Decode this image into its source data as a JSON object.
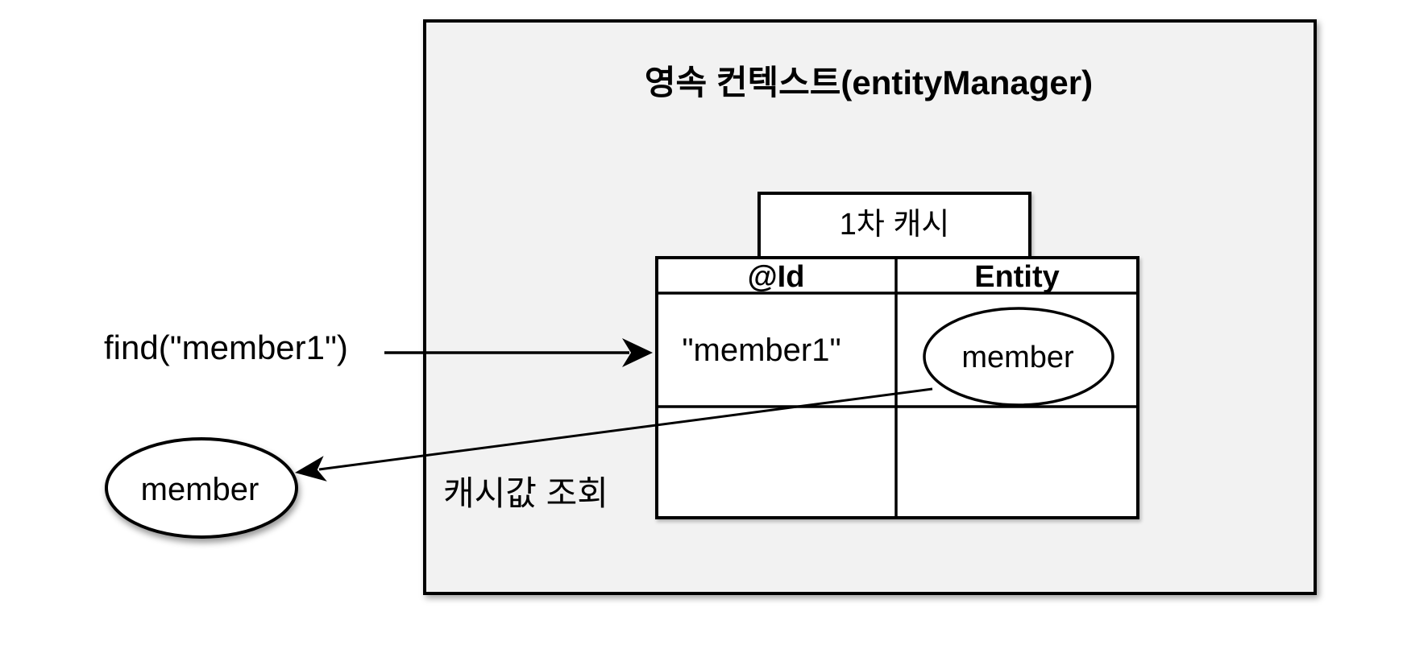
{
  "diagram": {
    "title": "영속 컨텍스트(entityManager)",
    "cache_box": {
      "label": "1차 캐시"
    },
    "cache_table": {
      "headers": [
        "@Id",
        "Entity"
      ],
      "rows": [
        {
          "id": "\"member1\"",
          "entity": "member"
        },
        {
          "id": "",
          "entity": ""
        }
      ]
    },
    "find_call_label": "find(\"member1\")",
    "result_entity_label": "member",
    "lookup_label": "캐시값 조회",
    "colors": {
      "container_background": "#f2f2f2",
      "cell_background": "#ffffff",
      "line": "#000000",
      "page_background": "#ffffff"
    }
  }
}
